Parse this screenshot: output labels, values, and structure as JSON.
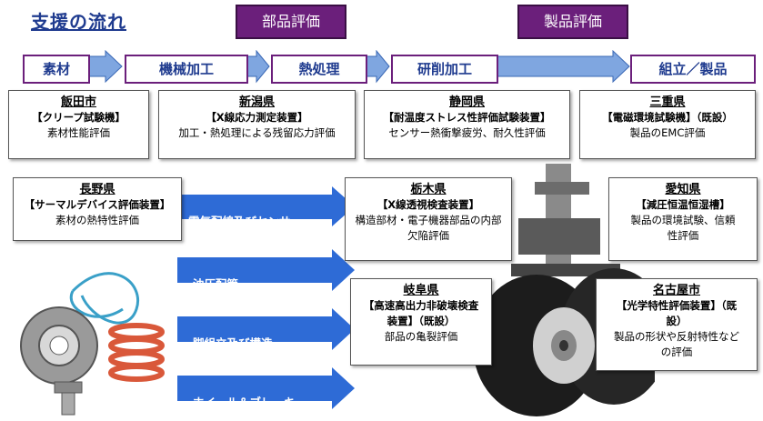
{
  "title": "支援の流れ",
  "eval_labels": {
    "parts": "部品評価",
    "product": "製品評価"
  },
  "process": [
    "素材",
    "機械加工",
    "熱処理",
    "研削加工",
    "組立／製品"
  ],
  "top_boxes": [
    {
      "pref": "飯田市",
      "device": "【クリープ試験機】",
      "desc": "素材性能評価"
    },
    {
      "pref": "新潟県",
      "device": "【X線応力測定装置】",
      "desc": "加工・熱処理による残留応力評価"
    },
    {
      "pref": "静岡県",
      "device": "【耐温度ストレス性評価試験装置】",
      "desc": "センサー熱衝撃疲労、耐久性評価"
    },
    {
      "pref": "三重県",
      "device": "【電磁環境試験機】（既設）",
      "desc": "製品のEMC評価"
    }
  ],
  "mid_boxes": [
    {
      "pref": "長野県",
      "device": "【サーマルデバイス評価装置】",
      "desc": "素材の熱特性評価"
    },
    {
      "pref": "栃木県",
      "device": "【X線透視検査装置】",
      "desc": "構造部材・電子機器部品の内部欠陥評価"
    },
    {
      "pref": "愛知県",
      "device": "【減圧恒温恒湿槽】",
      "desc": "製品の環境試験、信頼性評価"
    },
    {
      "pref": "岐阜県",
      "device": "【高速高出力非破壊検査装置】（既設）",
      "desc": "部品の亀裂評価"
    },
    {
      "pref": "名古屋市",
      "device": "【光学特性評価装置】（既設）",
      "desc": "製品の形状や反射特性などの評価"
    }
  ],
  "arrows": [
    "電気配線及びセンサー",
    "油圧配管",
    "脚組立及び構造",
    "ホイール＆ブレーキ"
  ],
  "colors": {
    "purple": "#6b1f7b",
    "blue_arrow": "#2e6bd6",
    "flow_arrow": "#5b8fd8",
    "title": "#1f3b8f"
  }
}
